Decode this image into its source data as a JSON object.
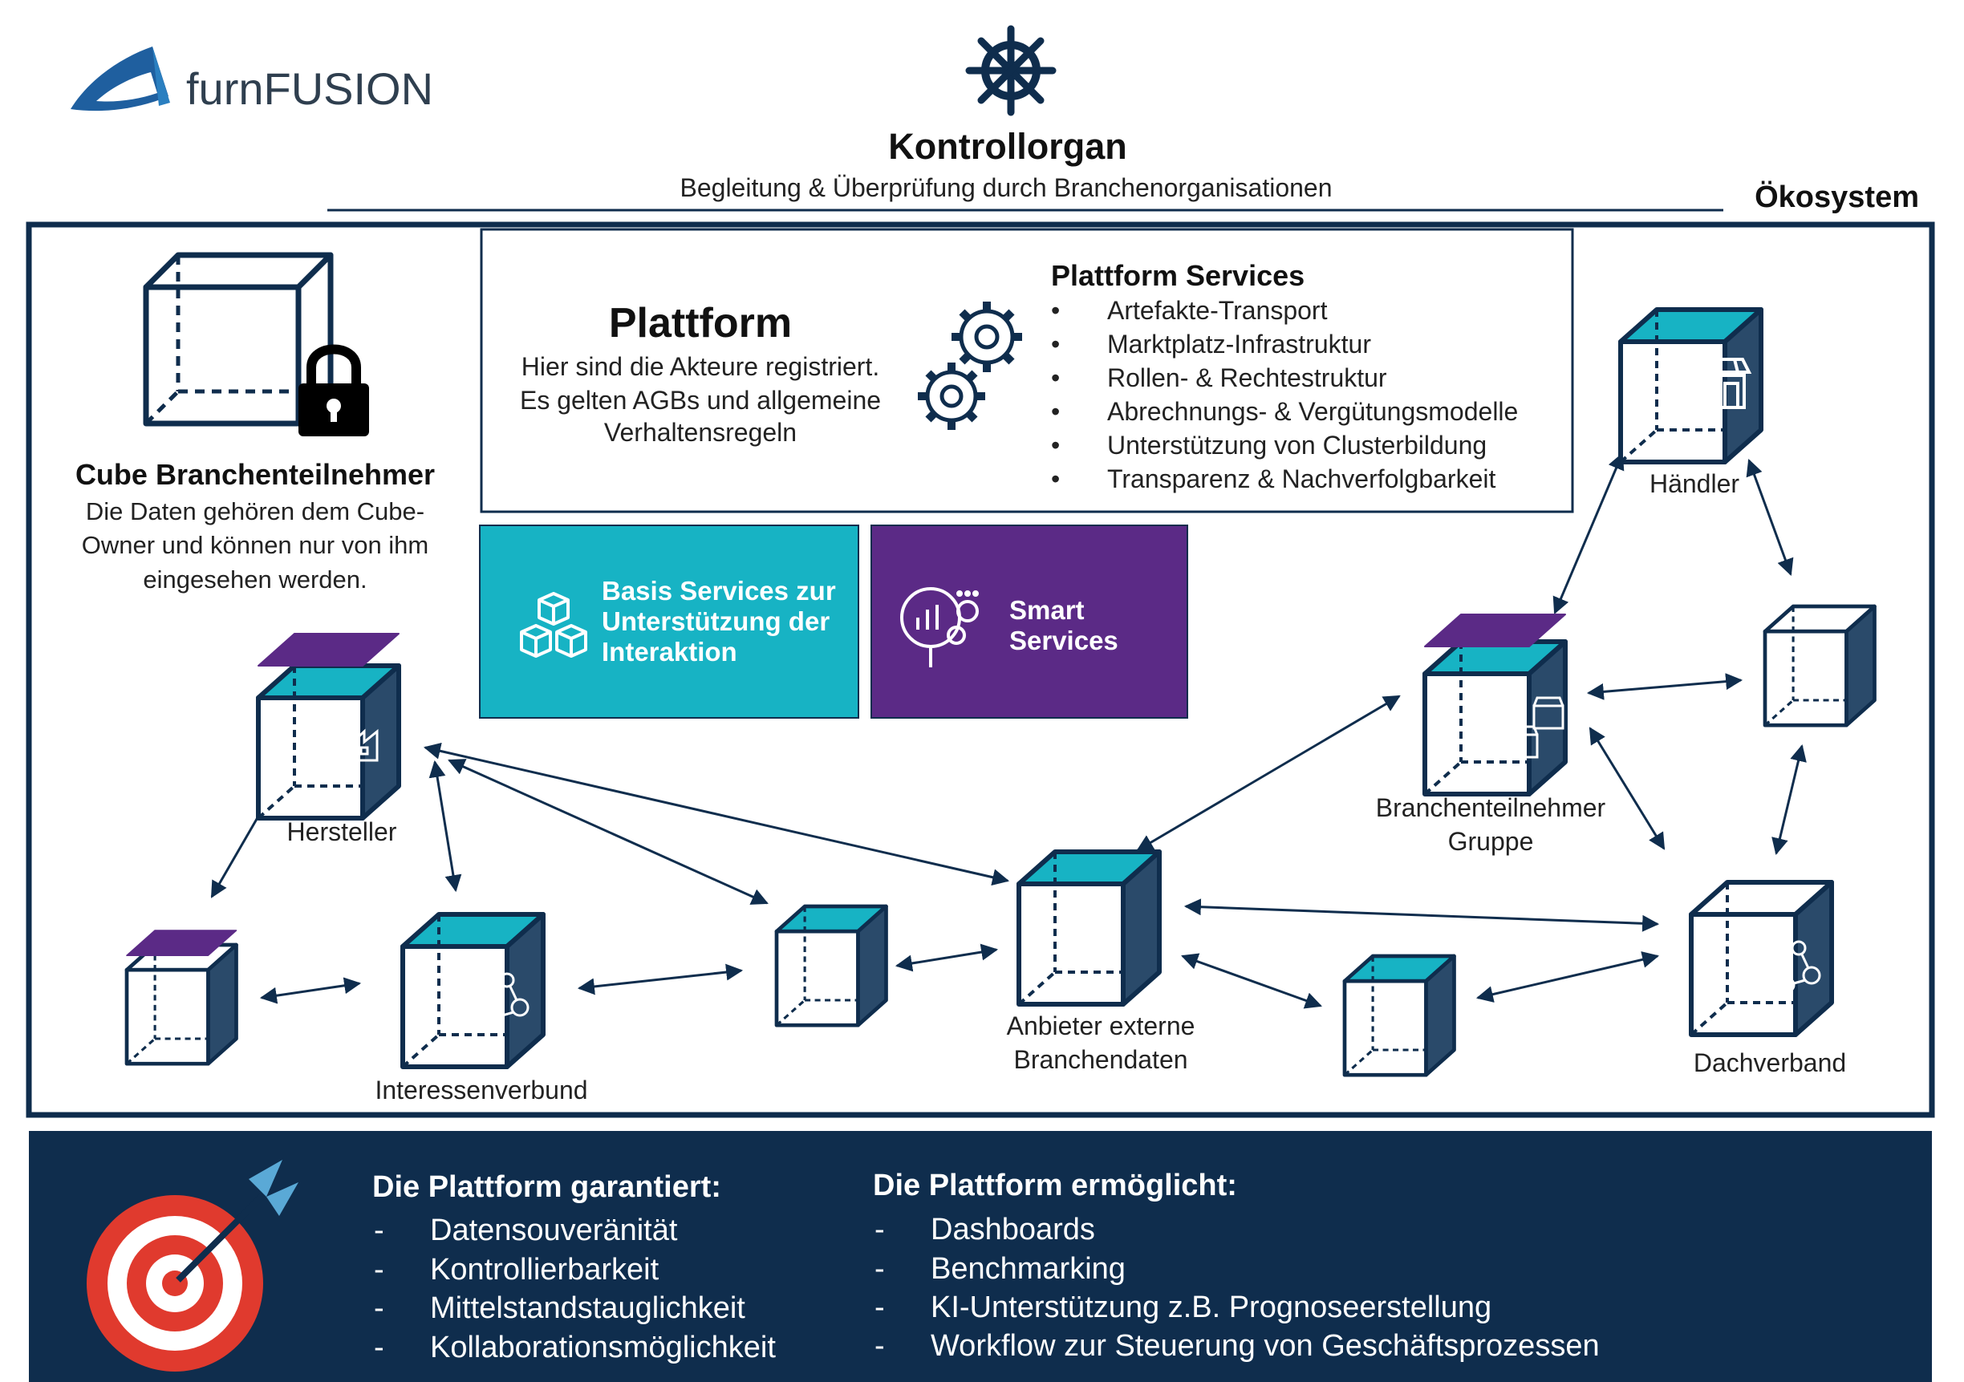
{
  "brand": {
    "logo_text": "furnFUSION"
  },
  "header": {
    "title": "Kontrollorgan",
    "subtitle": "Begleitung  & Überprüfung  durch Branchenorganisationen",
    "ecosystem_label": "Ökosystem"
  },
  "platform": {
    "title": "Plattform",
    "desc": [
      "Hier sind die Akteure  registriert.",
      "Es gelten AGBs und allgemeine",
      "Verhaltensregeln"
    ],
    "services_title": "Plattform Services",
    "services": [
      "Artefakte-Transport",
      "Marktplatz-Infrastruktur",
      "Rollen-  & Rechtestruktur",
      "Abrechnungs-  & Vergütungsmodelle",
      "Unterstützung  von Clusterbildung",
      "Transparenz  & Nachverfolgbarkeit"
    ]
  },
  "basis_services": {
    "lines": [
      "Basis Services zur",
      "Unterstützung der",
      "Interaktion"
    ]
  },
  "smart_services": {
    "lines": [
      "Smart",
      "Services"
    ]
  },
  "cube_owner": {
    "title": "Cube Branchenteilnehmer",
    "desc": [
      "Die Daten gehören dem Cube-",
      "Owner  und können  nur von ihm",
      "eingesehen  werden."
    ]
  },
  "nodes": {
    "hersteller": "Hersteller",
    "interessenverbund": "Interessenverbund",
    "anbieter": [
      "Anbieter externe",
      "Branchendaten"
    ],
    "gruppe": [
      "Branchenteilnehmer",
      "Gruppe"
    ],
    "haendler": "Händler",
    "dachverband": "Dachverband"
  },
  "footer": {
    "garantiert_title": "Die Plattform garantiert:",
    "garantiert": [
      "Datensouveränität",
      "Kontrollierbarkeit",
      "Mittelstandstauglichkeit",
      "Kollaborationsmöglichkeit"
    ],
    "ermoeglicht_title": "Die Plattform ermöglicht:",
    "ermoeglicht": [
      "Dashboards",
      "Benchmarking",
      "KI-Unterstützung  z.B. Prognoseerstellung",
      "Workflow zur  Steuerung  von  Geschäftsprozessen"
    ]
  },
  "icons": {
    "logo": "furnfusion-logo-icon",
    "helm": "ship-wheel-icon",
    "lock": "lock-icon",
    "gears": "gears-icon",
    "blocks": "cubes-icon",
    "analytics": "analytics-icon",
    "target": "target-icon"
  },
  "colors": {
    "navy": "#0f2d4d",
    "teal": "#17b3c4",
    "purple": "#5b2a86",
    "cube_dark": "#2a4a6a",
    "target_red": "#e03a2e",
    "arrow_blue": "#5aa9d6"
  }
}
